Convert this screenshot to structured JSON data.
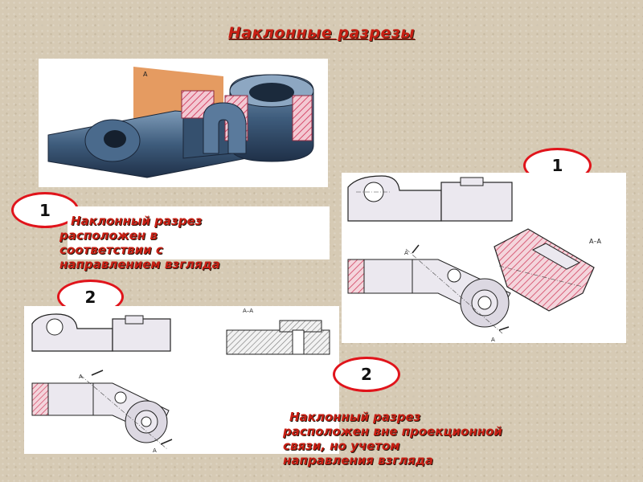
{
  "title": "Наклонные разрезы",
  "badges": {
    "b1_left": "1",
    "b1_right": "1",
    "b2_left": "2",
    "b2_right": "2"
  },
  "caption1": {
    "line1": "Наклонный разрез",
    "line2": "расположен в",
    "line3": "соответствии с",
    "line4": "направлением взгляда"
  },
  "caption2": {
    "line1": "Наклонный разрез",
    "line2": "расположен вне проекционной",
    "line3": "связи, но учетом",
    "line4": "направления взгляда"
  },
  "labels": {
    "plane": "А",
    "section_right": "А–А",
    "section_left": "А–А",
    "arrow_a": "А"
  },
  "colors": {
    "title": "#c81f14",
    "badge_border": "#e0141b",
    "hatch": "#d64a6a",
    "metal": "#3a5676"
  }
}
